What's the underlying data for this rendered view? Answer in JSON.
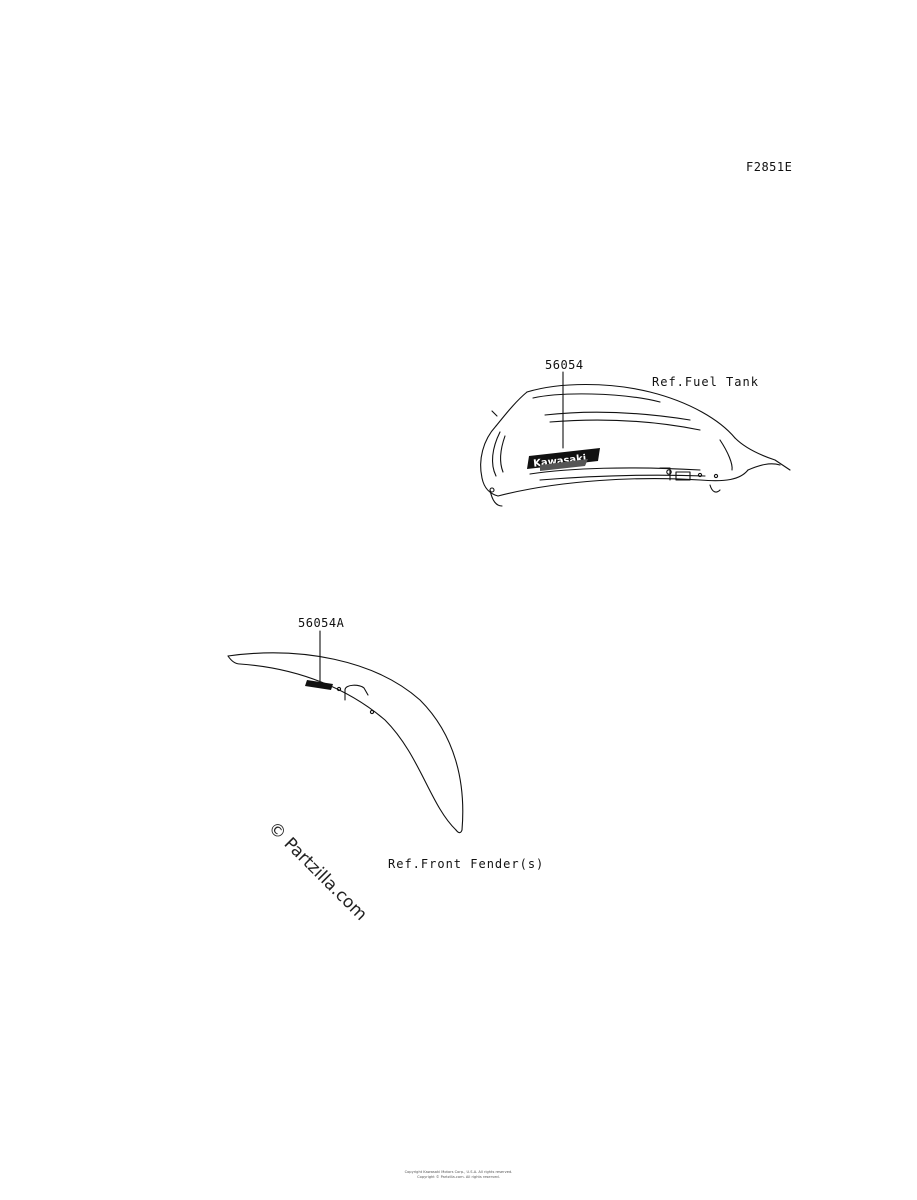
{
  "figure_code": "F2851E",
  "fuel_tank": {
    "part_number": "56054",
    "reference": "Ref.Fuel Tank",
    "logo_text": "Kawasaki"
  },
  "front_fender": {
    "part_number": "56054A",
    "reference": "Ref.Front Fender(s)"
  },
  "watermark": "© Partzilla.com",
  "footer": {
    "line1": "Copyright Kawasaki Motors Corp., U.S.A. All rights reserved.",
    "line2": "Copyright © Partzilla.com. All rights reserved."
  }
}
